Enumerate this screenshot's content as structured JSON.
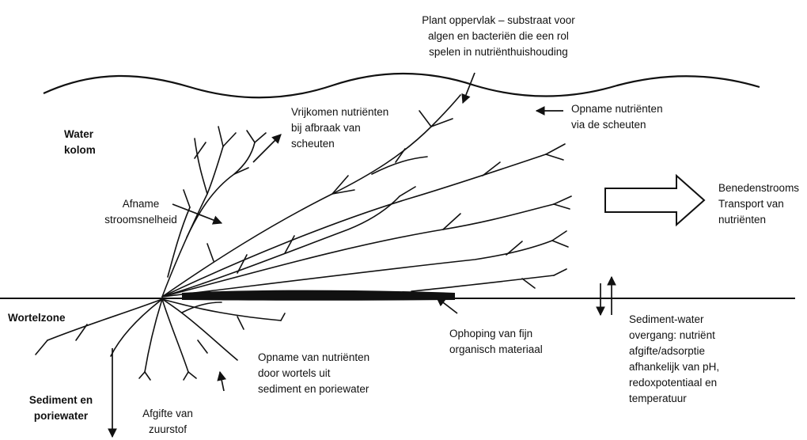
{
  "labels": {
    "plant_surface": "Plant oppervlak – substraat voor\nalgen en bacteriën die een rol\nspelen in nutriënthuishouding",
    "release": "Vrijkomen nutriënten\nbij afbraak van\nscheuten",
    "uptake_shoots": "Opname nutriënten\nvia de scheuten",
    "water_column": "Water\nkolom",
    "velocity": "Afname\nstroomsnelheid",
    "downstream": "Benedenstrooms\nTransport van\nnutriënten",
    "root_zone": "Wortelzone",
    "accumulation": "Ophoping van fijn\norganisch materiaal",
    "exchange": "Sediment-water\novergang: nutriënt\nafgifte/adsorptie\nafhankelijk van pH,\nredoxpotentiaal en\ntemperatuur",
    "root_uptake": "Opname van nutriënten\ndoor wortels uit\nsediment en poriewater",
    "sediment": "Sediment en\nporiewater",
    "oxygen": "Afgifte van\nzuurstof"
  }
}
